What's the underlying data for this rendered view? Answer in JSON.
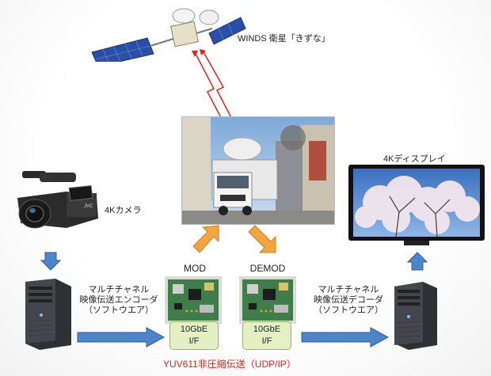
{
  "satellite": {
    "label": "WINDS 衛星「きずな」"
  },
  "camera": {
    "label": "4Kカメラ"
  },
  "display": {
    "label": "4Kディスプレイ"
  },
  "encoder": {
    "line1": "マルチチャネル",
    "line2": "映像伝送エンコーダ",
    "line3": "（ソフトウエア）"
  },
  "decoder": {
    "line1": "マルチチャネル",
    "line2": "映像伝送デコーダ",
    "line3": "（ソフトウエア）"
  },
  "modulator": {
    "title": "MOD",
    "if_line1": "10GbE",
    "if_line2": "I/F"
  },
  "demodulator": {
    "title": "DEMOD",
    "if_line1": "10GbE",
    "if_line2": "I/F"
  },
  "transport": {
    "label": "YUV611非圧縮伝送（UDP/IP）"
  },
  "colors": {
    "arrow_blue": "#4d86c8",
    "arrow_orange": "#f2a541",
    "link_red": "#e0221b",
    "if_box_green": "#e4f0c4"
  }
}
